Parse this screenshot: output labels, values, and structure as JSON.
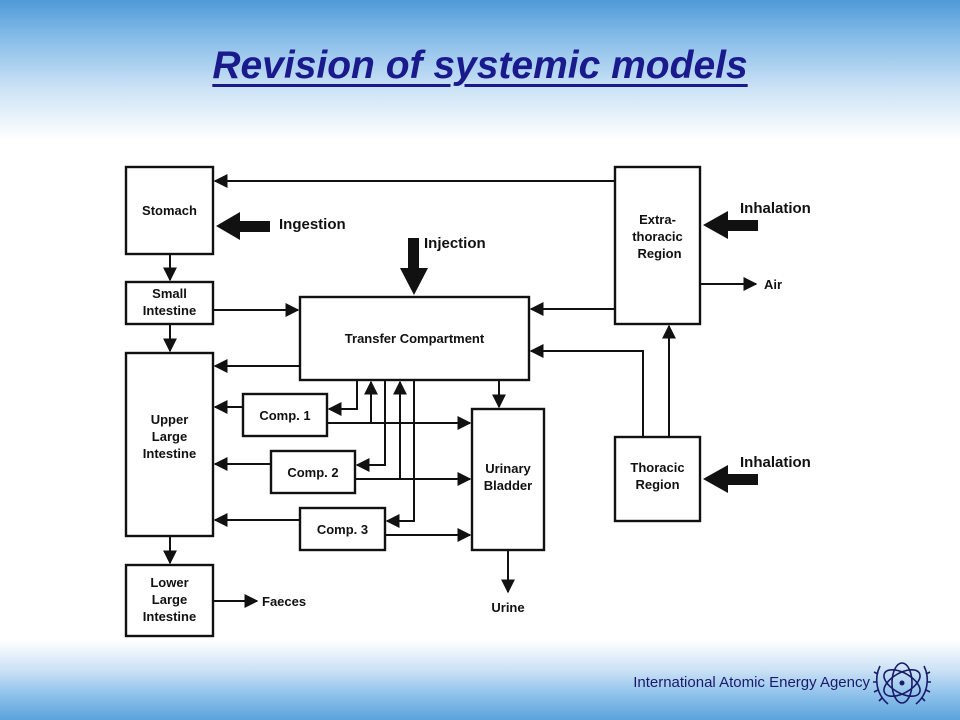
{
  "title": "Revision of systemic models",
  "footer": {
    "agency": "International Atomic Energy Agency"
  },
  "diagram": {
    "stomach": "Stomach",
    "small_intestine": [
      "Small",
      "Intestine"
    ],
    "upper_large_intestine": [
      "Upper",
      "Large",
      "Intestine"
    ],
    "lower_large_intestine": [
      "Lower",
      "Large",
      "Intestine"
    ],
    "transfer_compartment": "Transfer Compartment",
    "comp1": "Comp.  1",
    "comp2": "Comp.  2",
    "comp3": "Comp.  3",
    "urinary_bladder": [
      "Urinary",
      "Bladder"
    ],
    "extrathoracic_region": [
      "Extra-",
      "thoracic",
      "Region"
    ],
    "thoracic_region": [
      "Thoracic",
      "Region"
    ],
    "ingestion": "Ingestion",
    "injection": "Injection",
    "inhalation_upper": "Inhalation",
    "inhalation_lower": "Inhalation",
    "air": "Air",
    "faeces": "Faeces",
    "urine": "Urine"
  }
}
